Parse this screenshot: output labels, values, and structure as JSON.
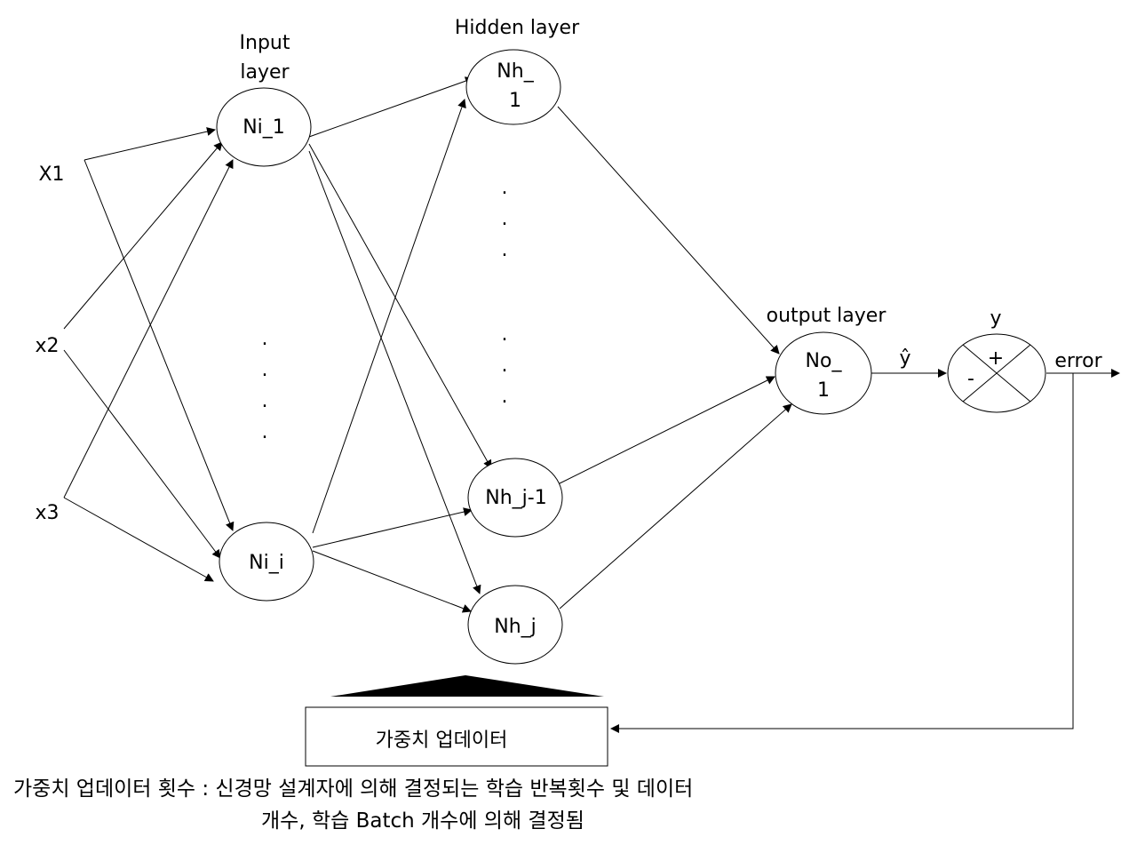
{
  "labels": {
    "input_layer_line1": "Input",
    "input_layer_line2": "layer",
    "hidden_layer": "Hidden layer",
    "output_layer": "output layer",
    "y": "y",
    "yhat": "ŷ",
    "error": "error",
    "plus": "+",
    "minus": "-"
  },
  "inputs": {
    "x1": "X1",
    "x2": "x2",
    "x3": "x3"
  },
  "nodes": {
    "ni_1": "Ni_1",
    "ni_i": "Ni_i",
    "nh_1_line1": "Nh_",
    "nh_1_line2": "1",
    "nh_j_minus_1": "Nh_j-1",
    "nh_j": "Nh_j",
    "no_1_line1": "No_",
    "no_1_line2": "1"
  },
  "ellipsis": ".",
  "update_box": "가중치 업데이터",
  "note_line1": "가중치 업데이터 횟수 : 신경망 설계자에 의해 결정되는 학습 반복횟수 및 데이터",
  "note_line2": "개수, 학습 Batch 개수에 의해 결정됨"
}
